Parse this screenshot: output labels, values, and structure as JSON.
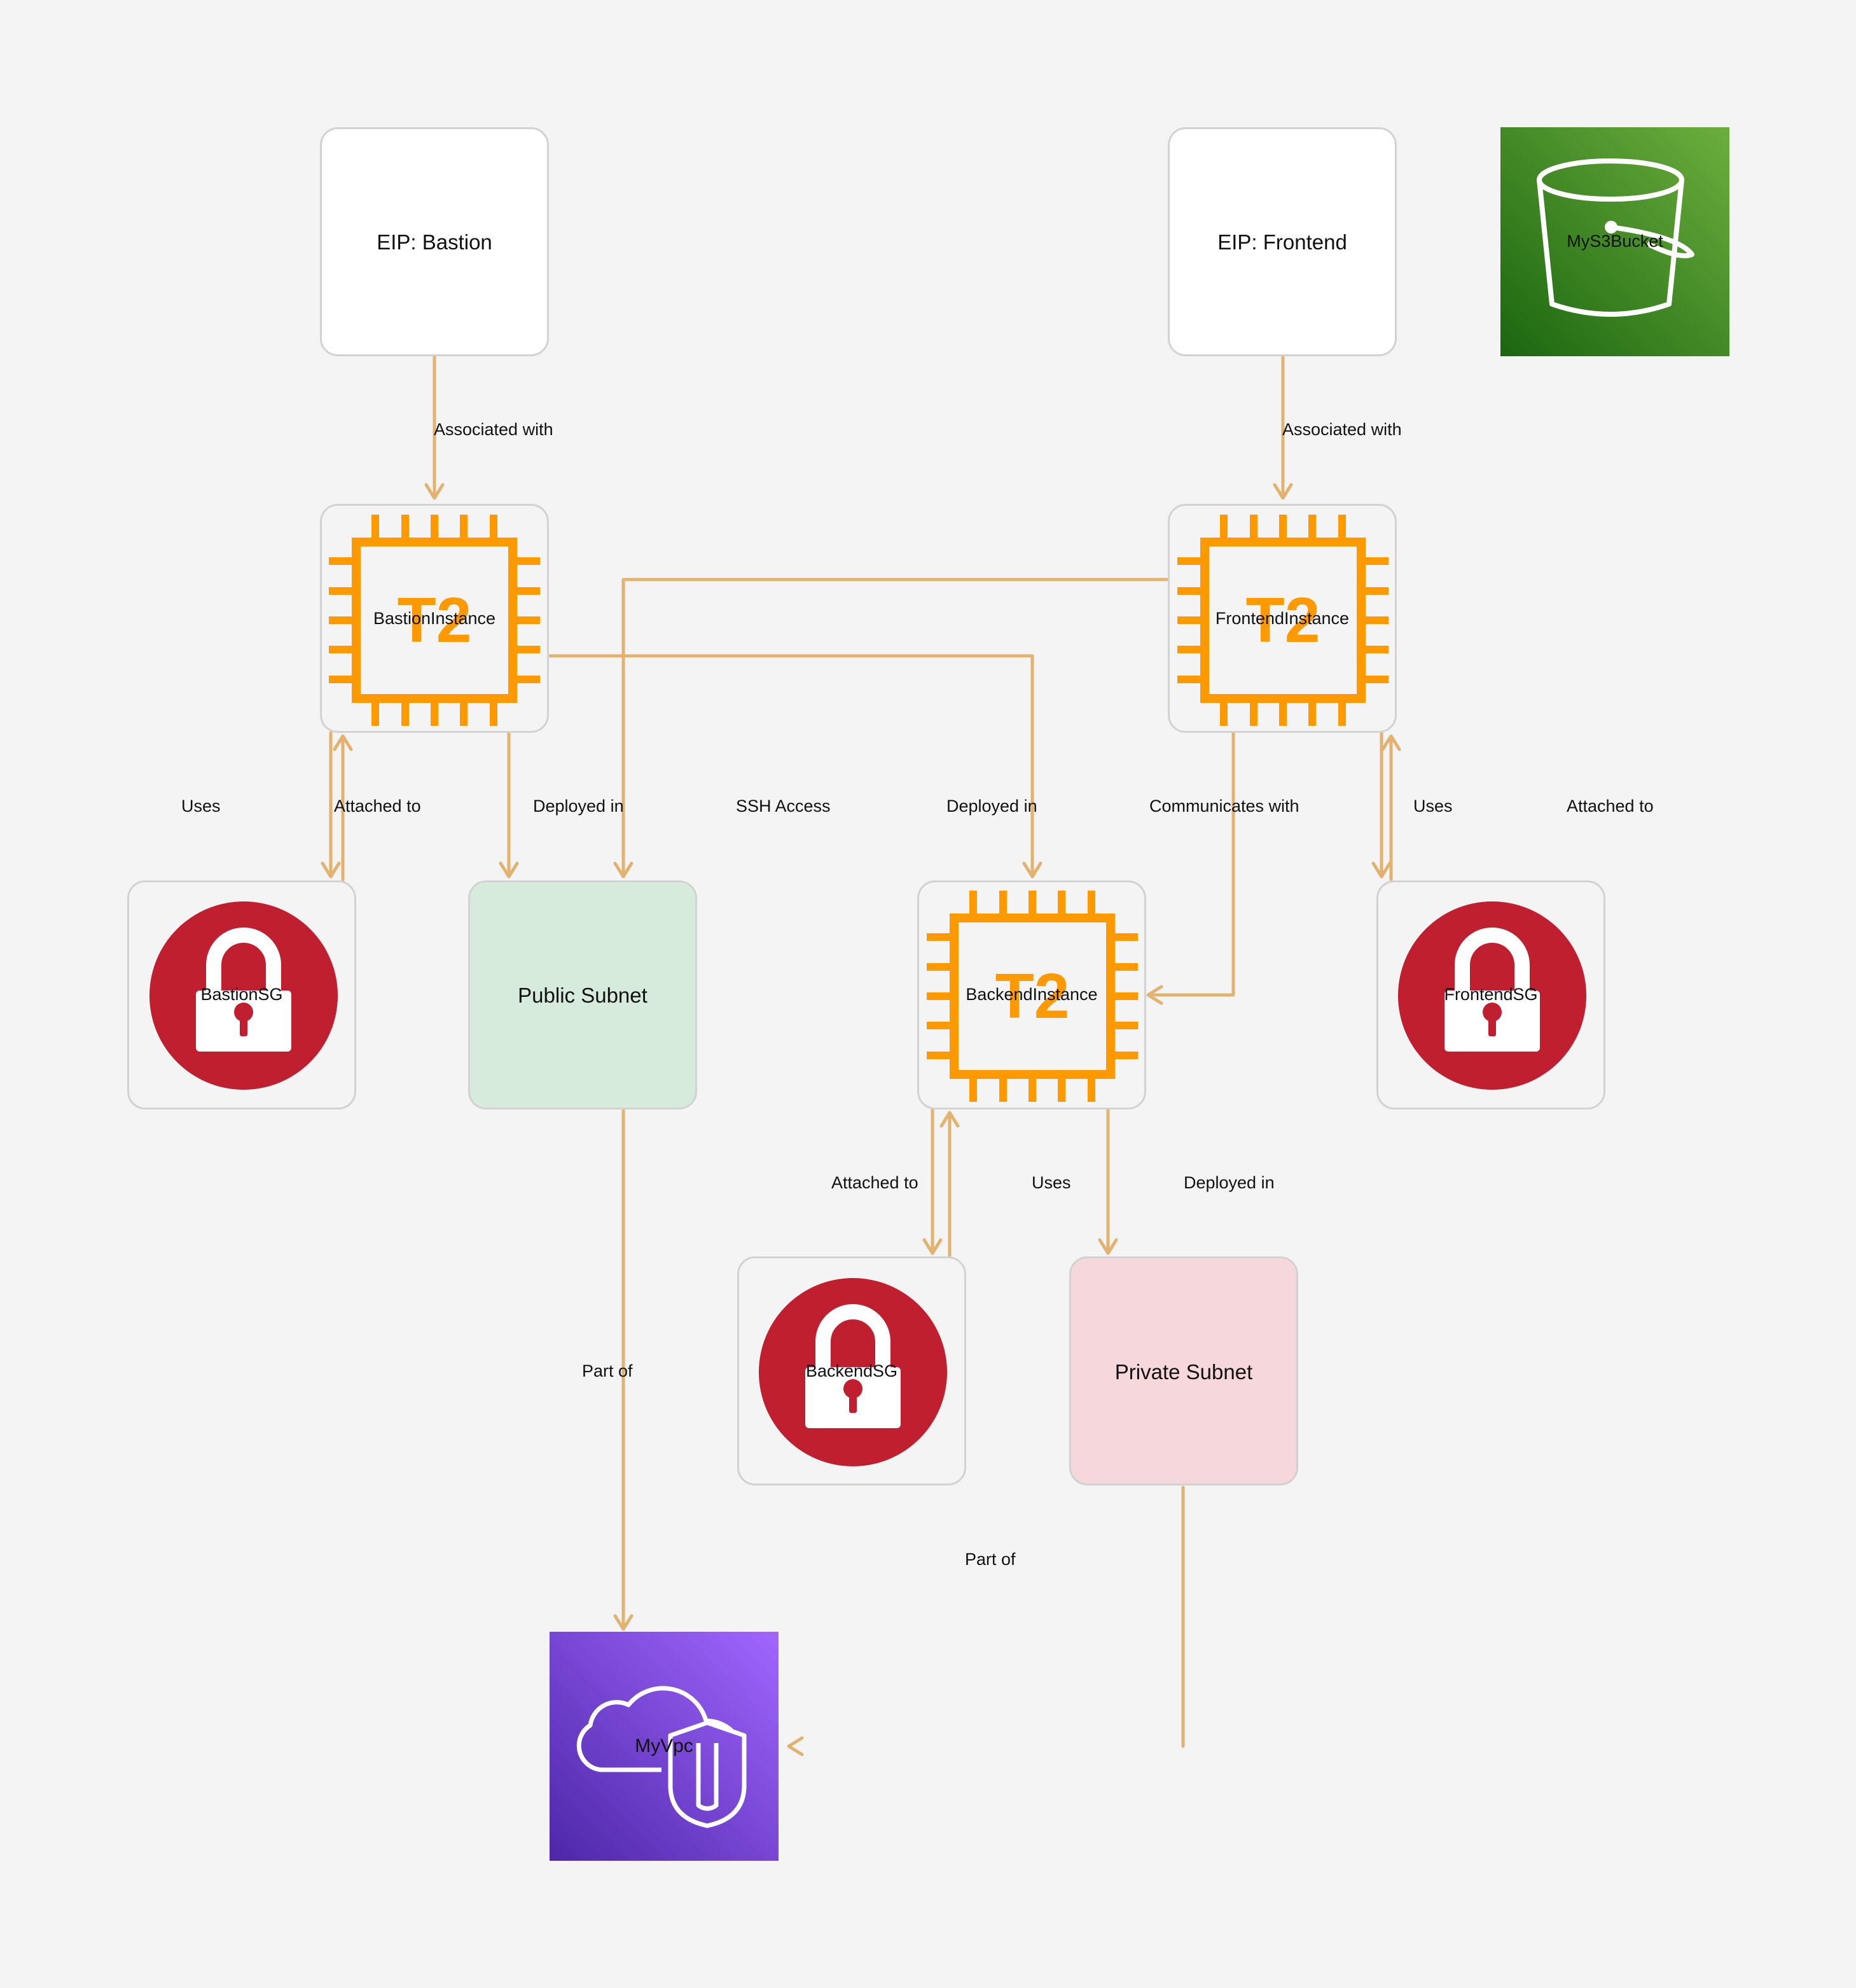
{
  "colors": {
    "background": "#f4f4f4",
    "edge": "#e2b271",
    "ec2_orange": "#ff9900",
    "security_group_red": "#bf1f2e",
    "s3_green": "#3f8d2b",
    "vpc_purple": "#7a4cd8",
    "public_subnet": "#d6ebdc",
    "private_subnet": "#f6d8dc"
  },
  "nodes": {
    "eip_bastion": {
      "label": "EIP: Bastion"
    },
    "eip_frontend": {
      "label": "EIP: Frontend"
    },
    "s3_bucket": {
      "label": "MyS3Bucket",
      "icon": "s3-bucket-icon"
    },
    "bastion_instance": {
      "label": "BastionInstance",
      "icon": "ec2-t2-chip-icon",
      "icon_text": "T2"
    },
    "frontend_instance": {
      "label": "FrontendInstance",
      "icon": "ec2-t2-chip-icon",
      "icon_text": "T2"
    },
    "backend_instance": {
      "label": "BackendInstance",
      "icon": "ec2-t2-chip-icon",
      "icon_text": "T2"
    },
    "bastion_sg": {
      "label": "BastionSG",
      "icon": "padlock-icon"
    },
    "frontend_sg": {
      "label": "FrontendSG",
      "icon": "padlock-icon"
    },
    "backend_sg": {
      "label": "BackendSG",
      "icon": "padlock-icon"
    },
    "public_subnet": {
      "label": "Public Subnet"
    },
    "private_subnet": {
      "label": "Private Subnet"
    },
    "vpc": {
      "label": "MyVpc",
      "icon": "vpc-cloud-shield-icon"
    }
  },
  "edges": {
    "eip_bastion_assoc": "Associated with",
    "eip_frontend_assoc": "Associated with",
    "bastion_uses": "Uses",
    "bastion_attached": "Attached to",
    "bastion_deployed": "Deployed in",
    "ssh_access": "SSH Access",
    "backend_deployed_public": "Deployed in",
    "frontend_communicates": "Communicates with",
    "frontend_uses": "Uses",
    "frontend_attached": "Attached to",
    "backend_attached": "Attached to",
    "backend_uses": "Uses",
    "backend_deployed_private": "Deployed in",
    "public_part_of": "Part of",
    "private_part_of": "Part of"
  }
}
